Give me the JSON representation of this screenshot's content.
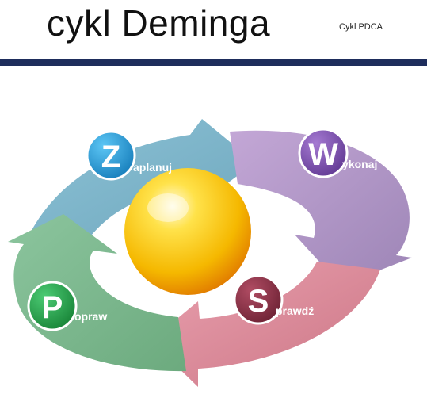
{
  "header": {
    "title": "cykl Deminga",
    "subtitle": "Cykl PDCA"
  },
  "colors": {
    "rule": "#1e2d5c",
    "plan": "#2196d3",
    "do": "#7b4fb0",
    "check": "#8a2f44",
    "act": "#22a04a",
    "sphere": "#f5c400"
  },
  "cycle": {
    "plan": {
      "initial": "Z",
      "rest": "aplanuj"
    },
    "do": {
      "initial": "W",
      "rest": "ykonaj"
    },
    "check": {
      "initial": "S",
      "rest": "prawdź"
    },
    "act": {
      "initial": "P",
      "rest": "opraw"
    }
  }
}
